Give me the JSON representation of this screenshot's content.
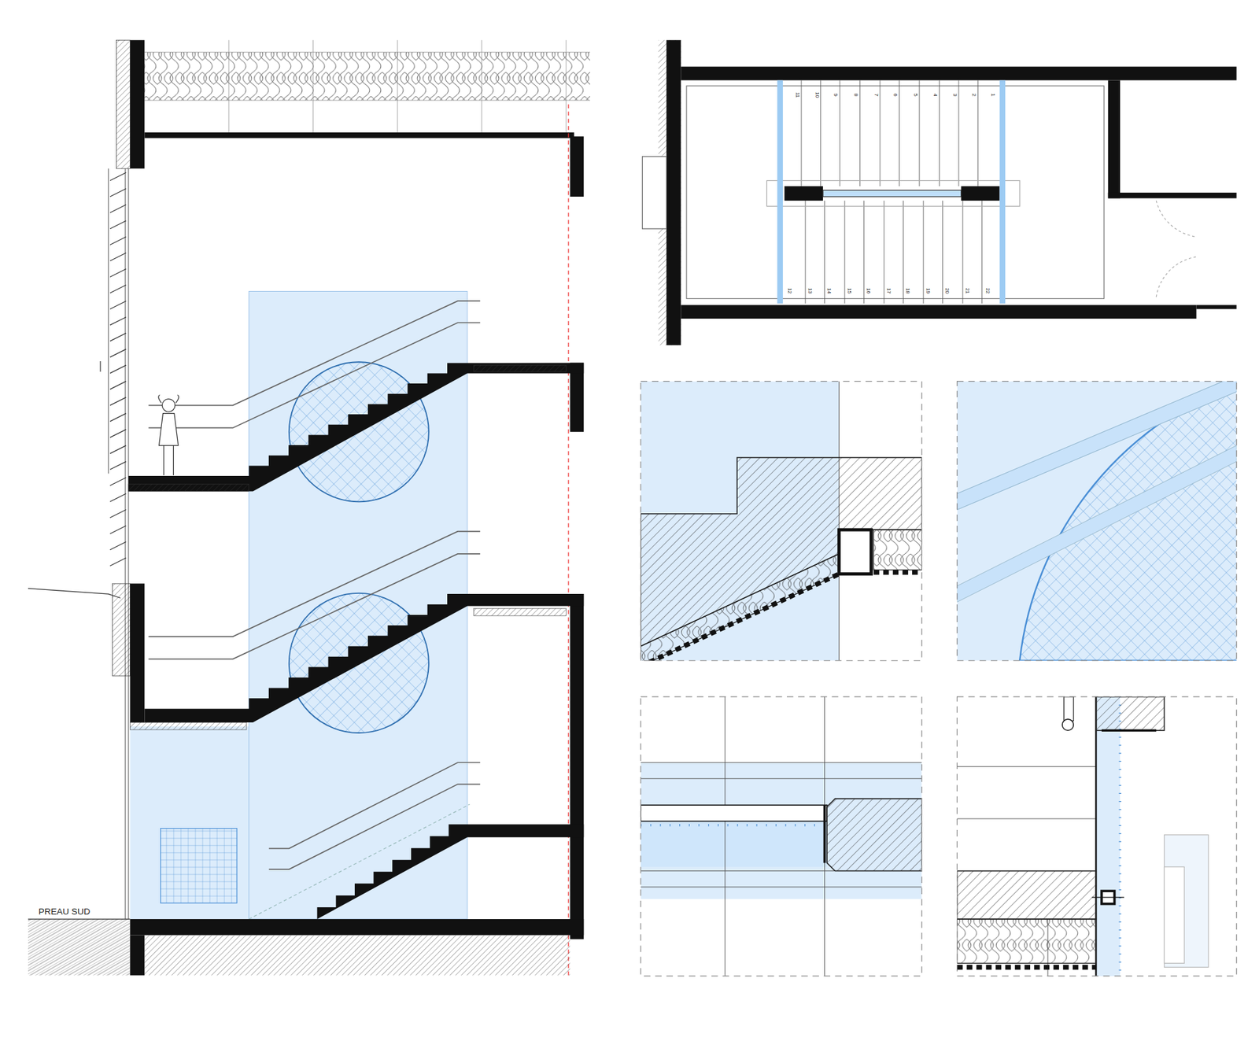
{
  "diagram": {
    "labels": [
      "PREAU SUD",
      "11",
      "10",
      "9",
      "8",
      "7",
      "6",
      "5",
      "4",
      "3",
      "2",
      "1",
      "12",
      "13",
      "14",
      "15",
      "16",
      "17",
      "18",
      "19",
      "20",
      "21",
      "22"
    ]
  }
}
